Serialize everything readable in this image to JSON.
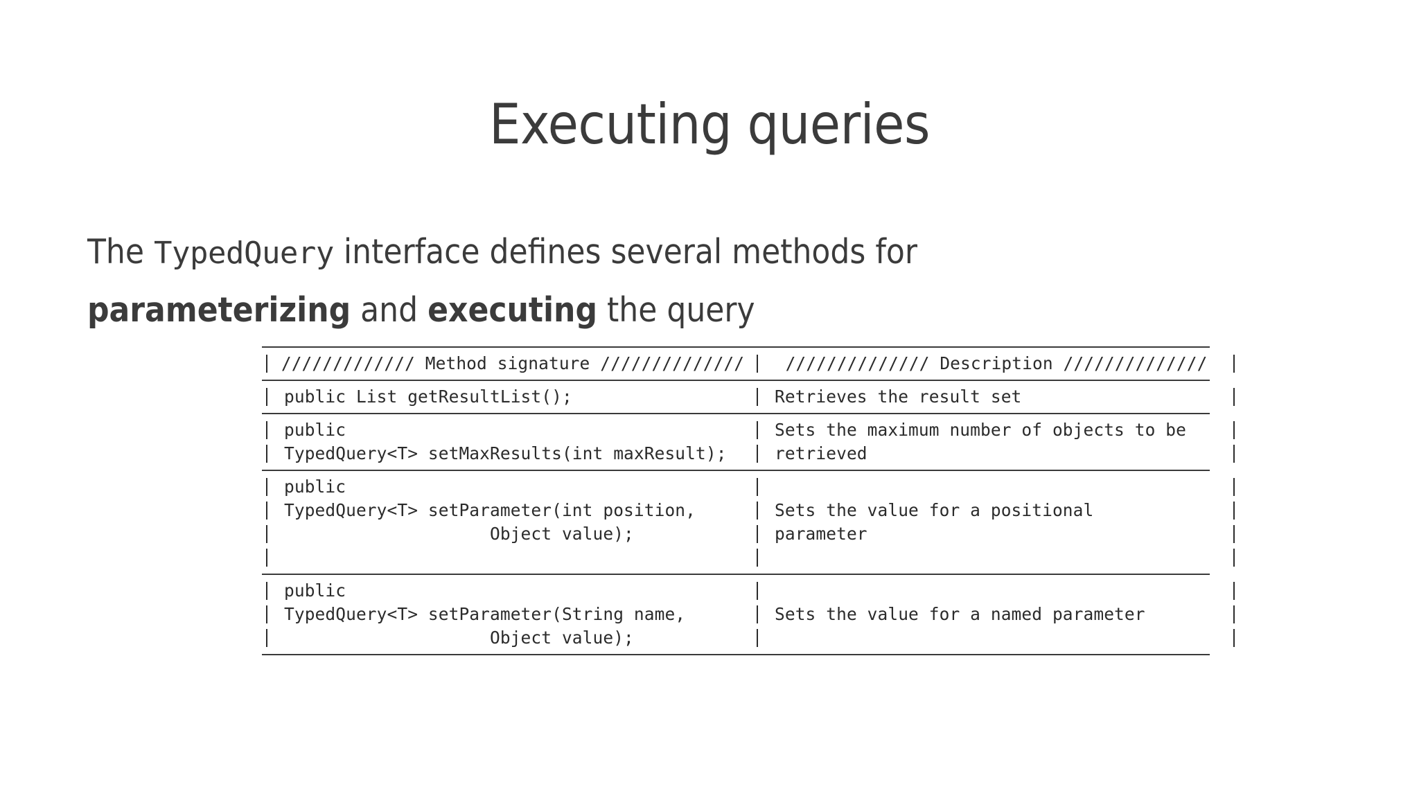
{
  "slide": {
    "title": "Executing queries",
    "body": {
      "before_mono": "The ",
      "mono": "TypedQuery",
      "after_mono": " interface defines several methods for ",
      "bold_1": "parameterizing",
      "between_bolds": " and ",
      "bold_2": "executing",
      "tail": " the query"
    }
  },
  "table": {
    "header": {
      "signature": "///////////// Method signature //////////////",
      "description": "////////////// Description //////////////"
    },
    "rows": [
      {
        "signature_lines": [
          "public List getResultList();"
        ],
        "description_lines": [
          "Retrieves the result set"
        ]
      },
      {
        "signature_lines": [
          "public",
          "TypedQuery<T> setMaxResults(int maxResult);"
        ],
        "description_lines": [
          "Sets the maximum number of objects to be",
          "retrieved"
        ]
      },
      {
        "signature_lines": [
          "public",
          "TypedQuery<T> setParameter(int position,",
          "                    Object value);",
          ""
        ],
        "description_lines": [
          "Sets the value for a positional",
          "parameter"
        ]
      },
      {
        "signature_lines": [
          "public",
          "TypedQuery<T> setParameter(String name,",
          "                    Object value);"
        ],
        "description_lines": [
          "Sets the value for a named parameter"
        ]
      }
    ]
  },
  "colors": {
    "text": "#3b3b3b",
    "mono_text": "#2b2b2b",
    "rule": "#3a3a3a",
    "background": "#ffffff"
  }
}
